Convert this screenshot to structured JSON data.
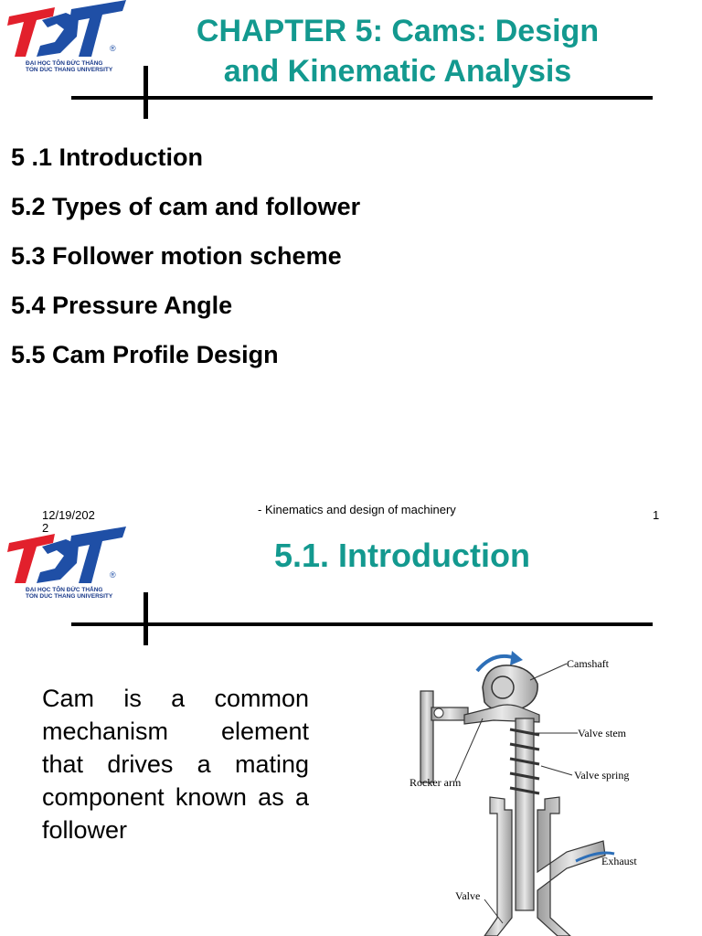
{
  "slide1": {
    "logo": {
      "text": "TDT",
      "line1": "ĐẠI HỌC TÔN ĐỨC THẮNG",
      "line2": "TON DUC THANG UNIVERSITY",
      "registered": "®"
    },
    "title_line1": "CHAPTER 5: Cams: Design",
    "title_line2": "and Kinematic Analysis",
    "toc": [
      "5 .1 Introduction",
      "5.2 Types of cam and follower",
      "5.3 Follower motion scheme",
      "5.4 Pressure Angle",
      "5.5 Cam Profile Design"
    ],
    "footer_date": "12/19/202",
    "footer_date2": "2",
    "footer_center": "- Kinematics and design of machinery",
    "footer_page": "1"
  },
  "slide2": {
    "logo": {
      "text": "TDT",
      "line1": "ĐẠI HỌC TÔN ĐỨC THẮNG",
      "line2": "TON DUC THANG UNIVERSITY",
      "registered": "®"
    },
    "title": "5.1. Introduction",
    "body": "Cam is a common mechanism element that drives a mating component known as a follower",
    "diagram_labels": {
      "camshaft": "Camshaft",
      "valve_stem": "Valve stem",
      "valve_spring": "Valve spring",
      "rocker_arm": "Rocker arm",
      "exhaust": "Exhaust",
      "valve": "Valve"
    }
  },
  "colors": {
    "title": "#13998f",
    "logo_red": "#e2202c",
    "logo_blue": "#1f4fa6"
  }
}
